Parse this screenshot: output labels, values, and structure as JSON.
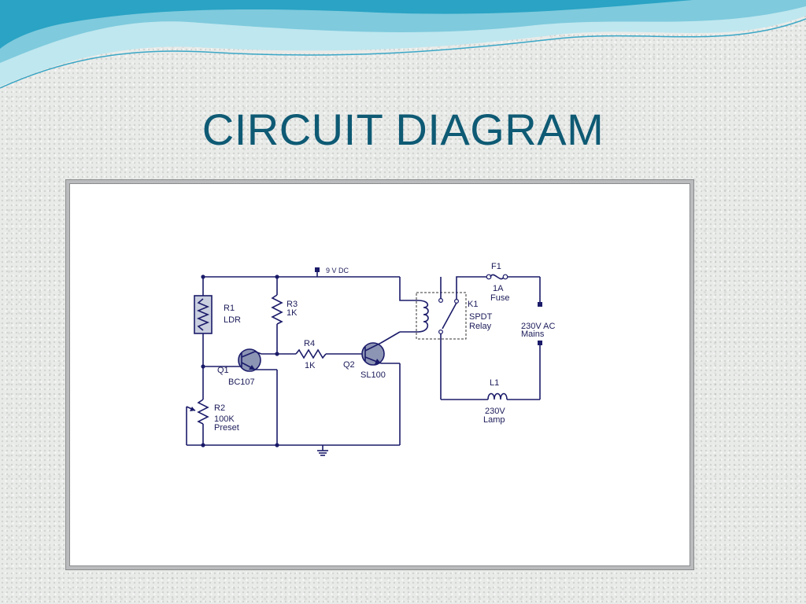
{
  "slide": {
    "title": "CIRCUIT DIAGRAM",
    "colors": {
      "title": "#0e5a74",
      "wave_dark": "#2aa3c4",
      "wave_light": "#8fd3e3",
      "wire": "#1b1b6a"
    }
  },
  "circuit": {
    "supply": "9 V DC",
    "r1": {
      "ref": "R1",
      "desc": "LDR"
    },
    "r3": {
      "ref": "R3",
      "value": "1K"
    },
    "r4": {
      "ref": "R4",
      "value": "1K"
    },
    "q1": {
      "ref": "Q1",
      "part": "BC107"
    },
    "q2": {
      "ref": "Q2",
      "part": "SL100"
    },
    "r2": {
      "ref": "R2",
      "value": "100K",
      "desc": "Preset"
    },
    "k1": {
      "ref": "K1",
      "type": "SPDT",
      "desc": "Relay"
    },
    "f1": {
      "ref": "F1",
      "value": "1A",
      "desc": "Fuse"
    },
    "mains": {
      "value": "230V AC",
      "desc": "Mains"
    },
    "l1": {
      "ref": "L1",
      "value": "230V",
      "desc": "Lamp"
    }
  }
}
